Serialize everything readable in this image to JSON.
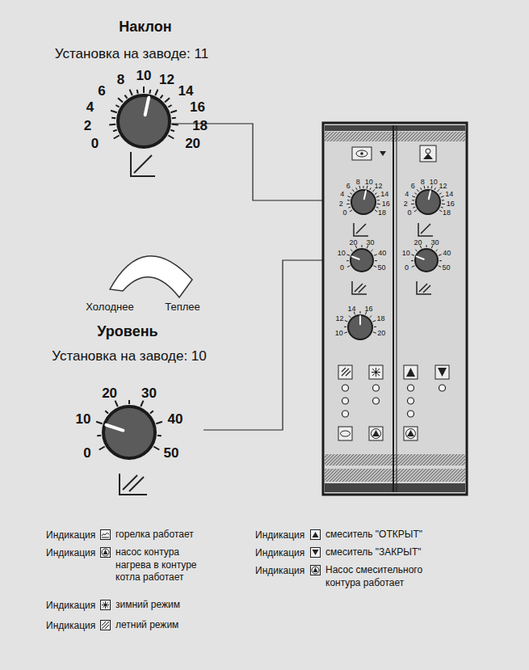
{
  "diagram": {
    "labels": [
      "Наклон",
      "Установка на заводе: 11",
      "0",
      "2",
      "4",
      "6",
      "8",
      "10",
      "12",
      "14",
      "16",
      "18",
      "20",
      "Холоднее",
      "Теплее",
      "Уровень",
      "Установка на заводе: 10",
      "0",
      "10",
      "20",
      "30",
      "40",
      "50",
      "0",
      "2",
      "4",
      "6",
      "8",
      "10",
      "12",
      "14",
      "16",
      "18",
      "0",
      "2",
      "4",
      "6",
      "8",
      "10",
      "12",
      "14",
      "16",
      "18",
      "0",
      "10",
      "20",
      "30",
      "40",
      "50",
      "0",
      "10",
      "20",
      "30",
      "40",
      "50",
      "10",
      "12",
      "14",
      "16",
      "18",
      "20",
      "Индикация",
      "Индикация",
      "Индикация",
      "Индикация",
      "Индикация",
      "Индикация",
      "Индикация"
    ],
    "legend": [
      {
        "text": "горелка работает"
      },
      {
        "text": "насос контура нагрева в контуре котла работает"
      },
      {
        "text": "зимний режим"
      },
      {
        "text": "летний режим"
      },
      {
        "text": "смеситель \"ОТКРЫТ\""
      },
      {
        "text": "смеситель \"ЗАКРЫТ\""
      },
      {
        "text": "Насос смесительного контура работает"
      }
    ]
  }
}
